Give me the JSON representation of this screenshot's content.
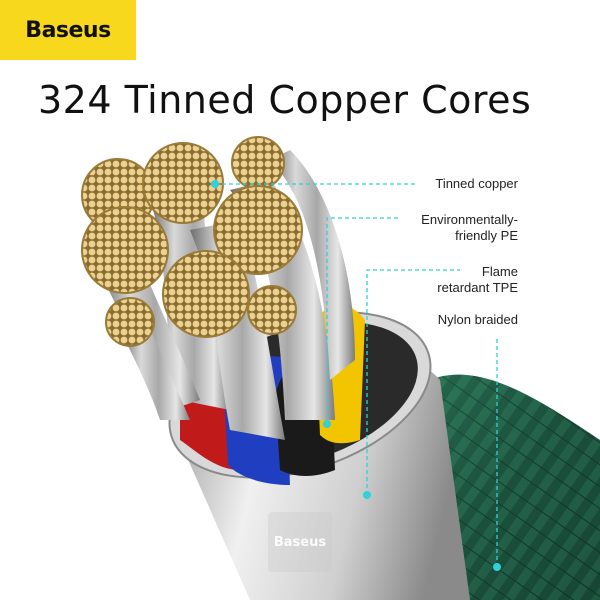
{
  "brand": {
    "name": "Baseus",
    "color": "#f7d81c"
  },
  "headline": "324 Tinned Copper Cores",
  "callouts": [
    {
      "id": "tinned-copper",
      "lines": [
        "Tinned copper"
      ]
    },
    {
      "id": "pe",
      "lines": [
        "Environmentally-",
        "friendly PE"
      ]
    },
    {
      "id": "tpe",
      "lines": [
        "Flame",
        "retardant TPE"
      ]
    },
    {
      "id": "nylon",
      "lines": [
        "Nylon braided"
      ]
    }
  ],
  "watermark": "Baseus",
  "colors": {
    "accent_line": "#2ed1dc",
    "copper": "#e2c27a",
    "braid": "#1f5a45",
    "jacket_red": "#c01a1a",
    "jacket_blue": "#1f3fc0",
    "jacket_yellow": "#f2c500",
    "jacket_black": "#1a1a1a"
  }
}
